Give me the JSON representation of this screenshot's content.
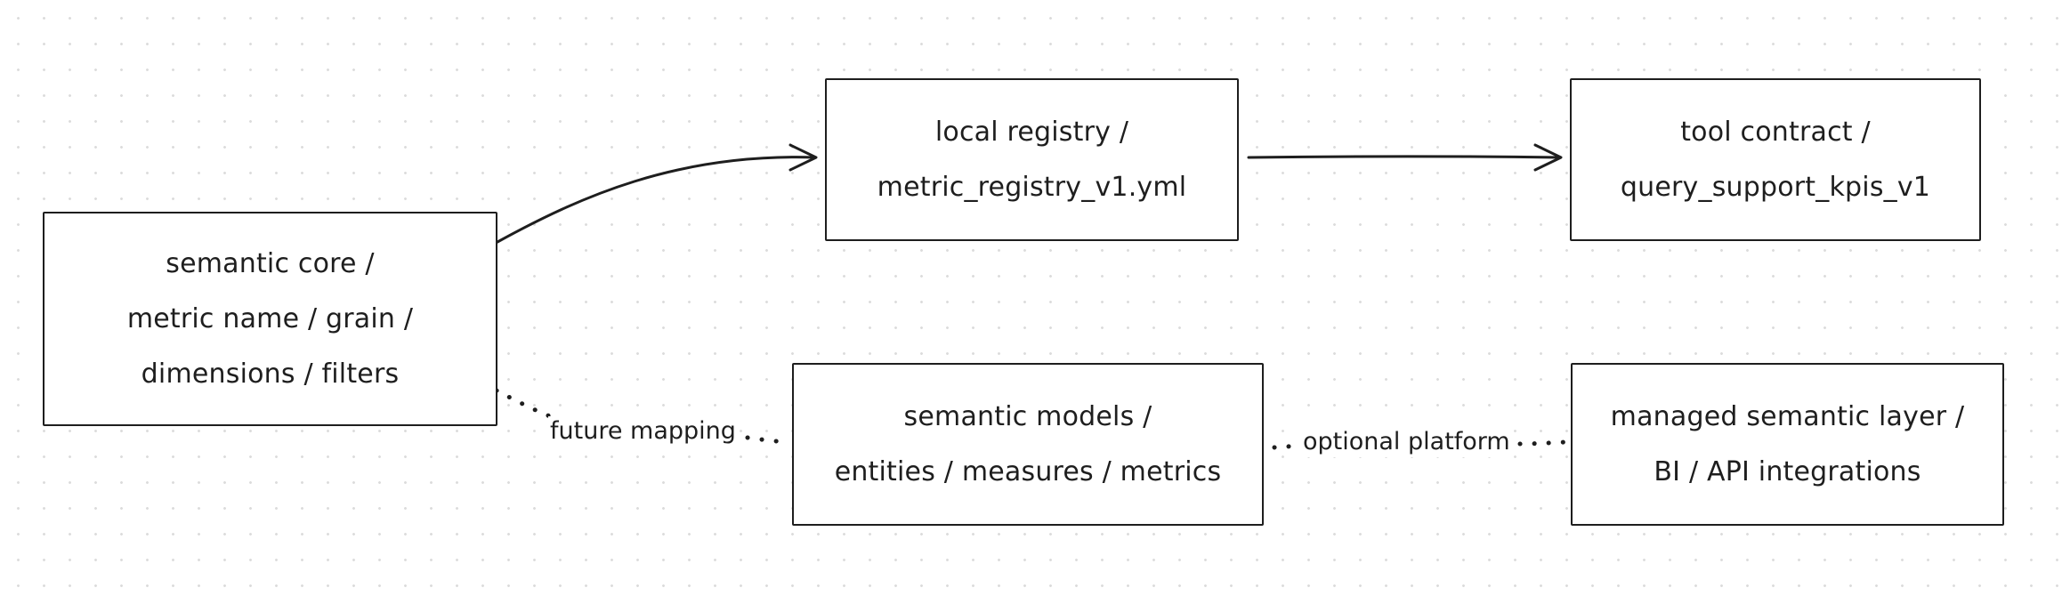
{
  "diagram": {
    "nodes": {
      "semantic_core": {
        "lines": [
          "semantic core /",
          "metric name / grain /",
          "dimensions / filters"
        ]
      },
      "local_registry": {
        "lines": [
          "local registry /",
          "metric_registry_v1.yml"
        ]
      },
      "tool_contract": {
        "lines": [
          "tool contract /",
          "query_support_kpis_v1"
        ]
      },
      "semantic_models": {
        "lines": [
          "semantic models /",
          "entities / measures / metrics"
        ]
      },
      "managed_layer": {
        "lines": [
          "managed semantic layer /",
          "BI / API integrations"
        ]
      }
    },
    "edges": {
      "future_mapping": {
        "label": "future mapping"
      },
      "optional_platform": {
        "label": "optional platform"
      }
    },
    "colors": {
      "stroke": "#1e1e1e",
      "background": "#ffffff",
      "grid_dots": "#dcdcdc"
    }
  }
}
